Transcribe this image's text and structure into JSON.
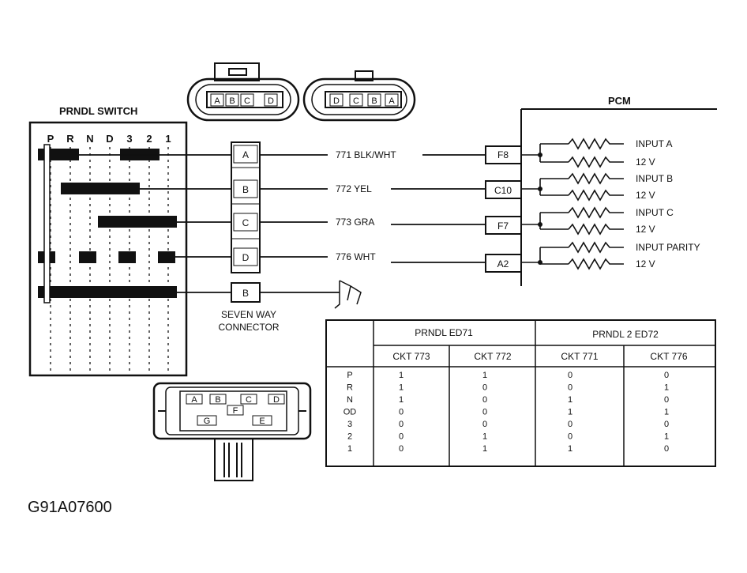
{
  "switch": {
    "title": "PRNDL SWITCH",
    "positions": [
      "P",
      "R",
      "N",
      "D",
      "3",
      "2",
      "1"
    ]
  },
  "top_connector_left": {
    "pins": [
      "A",
      "B",
      "C",
      "D"
    ]
  },
  "top_connector_right": {
    "pins": [
      "D",
      "C",
      "B",
      "A"
    ]
  },
  "connector": {
    "pins": [
      "A",
      "B",
      "C",
      "D"
    ],
    "ground_pin": "B",
    "label_line1": "SEVEN WAY",
    "label_line2": "CONNECTOR"
  },
  "wires": [
    {
      "circuit": "771 BLK/WHT",
      "pcm_pin": "F8"
    },
    {
      "circuit": "772 YEL",
      "pcm_pin": "C10"
    },
    {
      "circuit": "773 GRA",
      "pcm_pin": "F7"
    },
    {
      "circuit": "776 WHT",
      "pcm_pin": "A2"
    }
  ],
  "pcm": {
    "title": "PCM",
    "inputs": [
      {
        "name": "INPUT A",
        "voltage": "12 V"
      },
      {
        "name": "INPUT B",
        "voltage": "12 V"
      },
      {
        "name": "INPUT C",
        "voltage": "12 V"
      },
      {
        "name": "INPUT PARITY",
        "voltage": "12 V"
      }
    ]
  },
  "bottom_connector": {
    "pins_top": [
      "A",
      "B",
      "C",
      "D"
    ],
    "pin_middle": "F",
    "pins_bottom": [
      "G",
      "E"
    ]
  },
  "table": {
    "group_headers": [
      "PRNDL ED71",
      "PRNDL 2 ED72"
    ],
    "columns": [
      "CKT 773",
      "CKT 772",
      "CKT 771",
      "CKT 776"
    ],
    "rows": [
      {
        "pos": "P",
        "values": [
          "1",
          "1",
          "0",
          "0"
        ]
      },
      {
        "pos": "R",
        "values": [
          "1",
          "0",
          "0",
          "1"
        ]
      },
      {
        "pos": "N",
        "values": [
          "1",
          "0",
          "1",
          "0"
        ]
      },
      {
        "pos": "OD",
        "values": [
          "0",
          "0",
          "1",
          "1"
        ]
      },
      {
        "pos": "3",
        "values": [
          "0",
          "0",
          "0",
          "0"
        ]
      },
      {
        "pos": "2",
        "values": [
          "0",
          "1",
          "0",
          "1"
        ]
      },
      {
        "pos": "1",
        "values": [
          "0",
          "1",
          "1",
          "0"
        ]
      }
    ]
  },
  "figure_id": "G91A07600"
}
